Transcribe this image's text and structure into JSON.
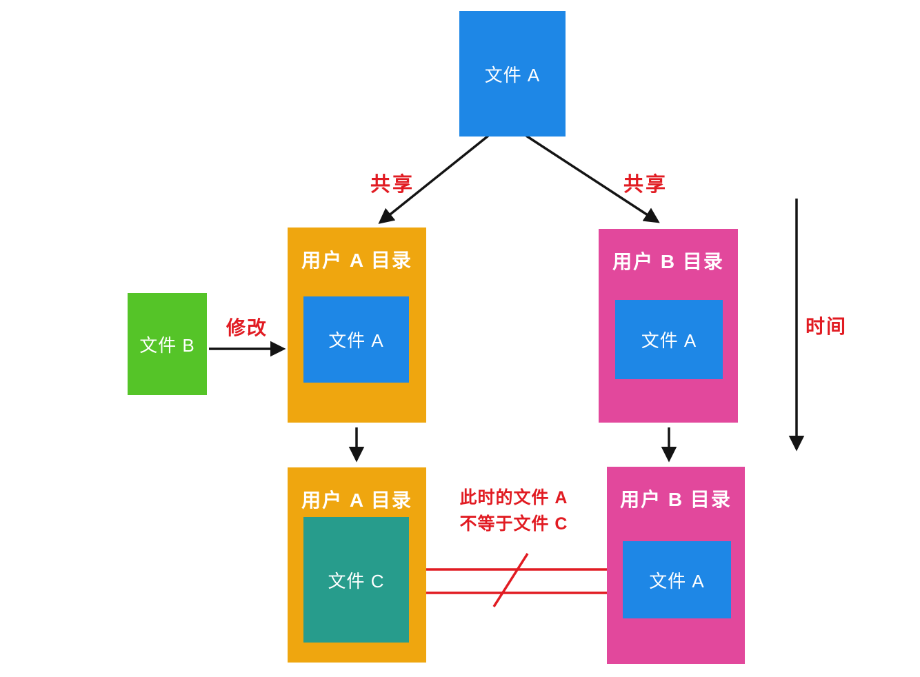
{
  "colors": {
    "blue": "#1E87E6",
    "orange": "#EFA60F",
    "pink": "#E2489C",
    "green": "#55C428",
    "teal": "#279C8C",
    "red": "#E11B22",
    "black": "#141414",
    "background": "#FFFFFF"
  },
  "nodes": {
    "file_a_top": {
      "label": "文件 A"
    },
    "user_a_dir_row1": {
      "title": "用户 A 目录",
      "file": {
        "label": "文件 A"
      }
    },
    "user_b_dir_row1": {
      "title": "用户 B 目录",
      "file": {
        "label": "文件 A"
      }
    },
    "file_b": {
      "label": "文件 B"
    },
    "user_a_dir_row2": {
      "title": "用户 A 目录",
      "file": {
        "label": "文件 C"
      }
    },
    "user_b_dir_row2": {
      "title": "用户 B 目录",
      "file": {
        "label": "文件 A"
      }
    }
  },
  "edges": {
    "share_left": {
      "label": "共享"
    },
    "share_right": {
      "label": "共享"
    },
    "modify": {
      "label": "修改"
    },
    "time": {
      "label": "时间"
    },
    "not_equal_note": {
      "line1": "此时的文件 A",
      "line2": "不等于文件 C"
    }
  }
}
